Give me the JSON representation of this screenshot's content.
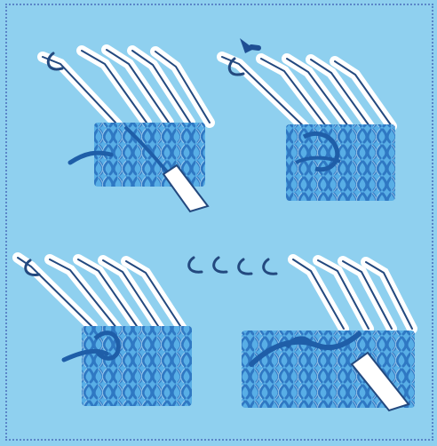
{
  "image": {
    "palette": {
      "background": "#8fd0ef",
      "yarn": "#3d8fd1",
      "yarn_dark": "#1f5ea8",
      "needle": "#ffffff",
      "outline": "#23497f",
      "tool": "#ffffff"
    },
    "panels": [
      {
        "name": "top-left-step"
      },
      {
        "name": "top-right-step"
      },
      {
        "name": "bottom-left-step"
      },
      {
        "name": "bottom-right-step"
      }
    ]
  }
}
